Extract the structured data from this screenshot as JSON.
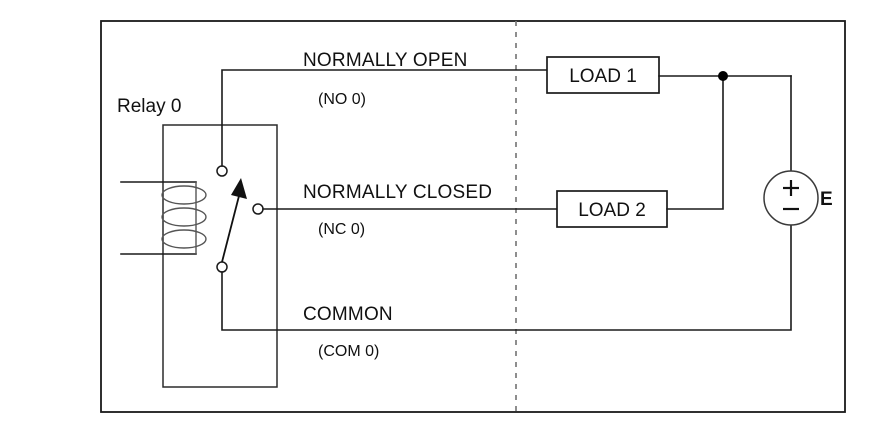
{
  "diagram": {
    "title_label": "Relay 0",
    "contacts": [
      {
        "name": "NORMALLY OPEN",
        "code": "(NO 0)"
      },
      {
        "name": "NORMALLY CLOSED",
        "code": "(NC 0)"
      },
      {
        "name": "COMMON",
        "code": "(COM 0)"
      }
    ],
    "loads": [
      {
        "label": "LOAD 1"
      },
      {
        "label": "LOAD 2"
      }
    ],
    "source": {
      "label": "E",
      "plus": "+",
      "minus": "−"
    },
    "colors": {
      "wire": "#1a1a1a",
      "divider": "#7a7a7a",
      "coil": "#555555",
      "background": "#ffffff"
    }
  }
}
